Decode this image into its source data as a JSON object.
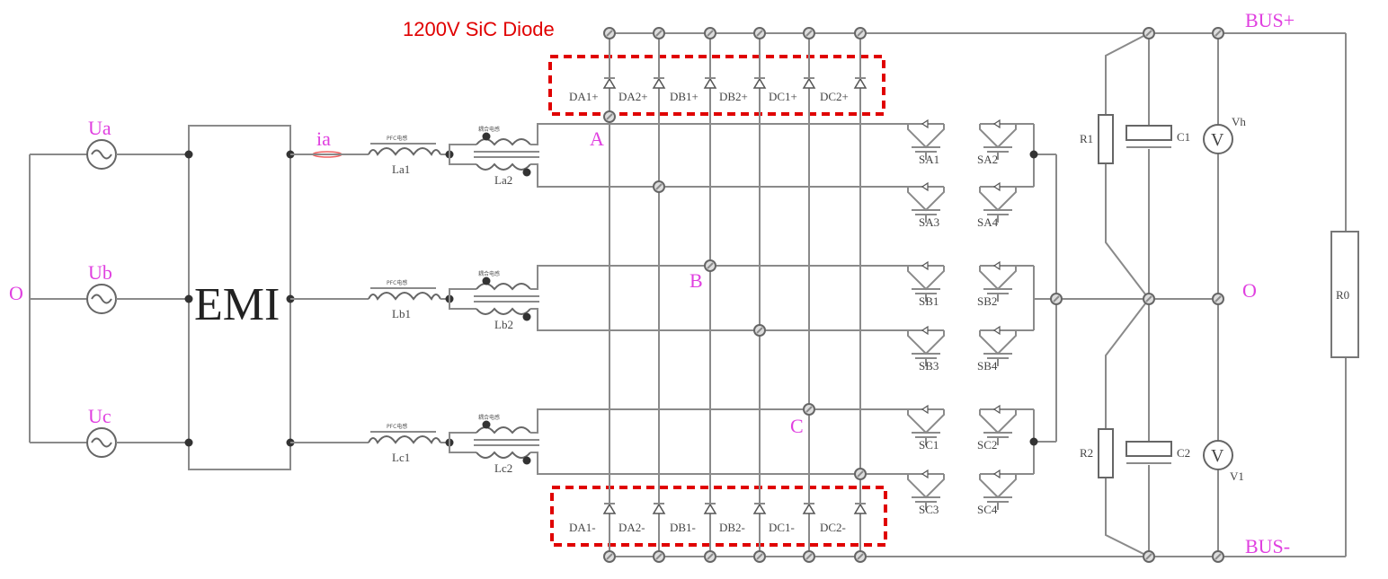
{
  "annotation": "1200V SiC Diode",
  "neutral_left": "O",
  "neutral_right": "O",
  "sources": [
    "Ua",
    "Ub",
    "Uc"
  ],
  "emi": "EMI",
  "current_label": "ia",
  "pfc_inductor_caption": "PFC电感",
  "coupled_inductor_caption": "耦合电感",
  "pfc_inductors": [
    "La1",
    "Lb1",
    "Lc1"
  ],
  "coupled_inductors": [
    "La2",
    "Lb2",
    "Lc2"
  ],
  "phase_nodes": [
    "A",
    "B",
    "C"
  ],
  "diodes_top": [
    "DA1+",
    "DA2+",
    "DB1+",
    "DB2+",
    "DC1+",
    "DC2+"
  ],
  "diodes_bottom": [
    "DA1-",
    "DA2-",
    "DB1-",
    "DB2-",
    "DC1-",
    "DC2-"
  ],
  "switches": [
    "SA1",
    "SA2",
    "SA3",
    "SA4",
    "SB1",
    "SB2",
    "SB3",
    "SB4",
    "SC1",
    "SC2",
    "SC3",
    "SC4"
  ],
  "resistors": [
    "R1",
    "R2"
  ],
  "capacitors": [
    "C1",
    "C2"
  ],
  "voltmeters": [
    "Vh",
    "V1"
  ],
  "voltmeter_symbol": "V",
  "load": "R0",
  "bus_plus": "BUS+",
  "bus_minus": "BUS-",
  "colors": {
    "annotation": "#e00000",
    "label": "#e040e0",
    "wire": "#8a8a8a"
  }
}
